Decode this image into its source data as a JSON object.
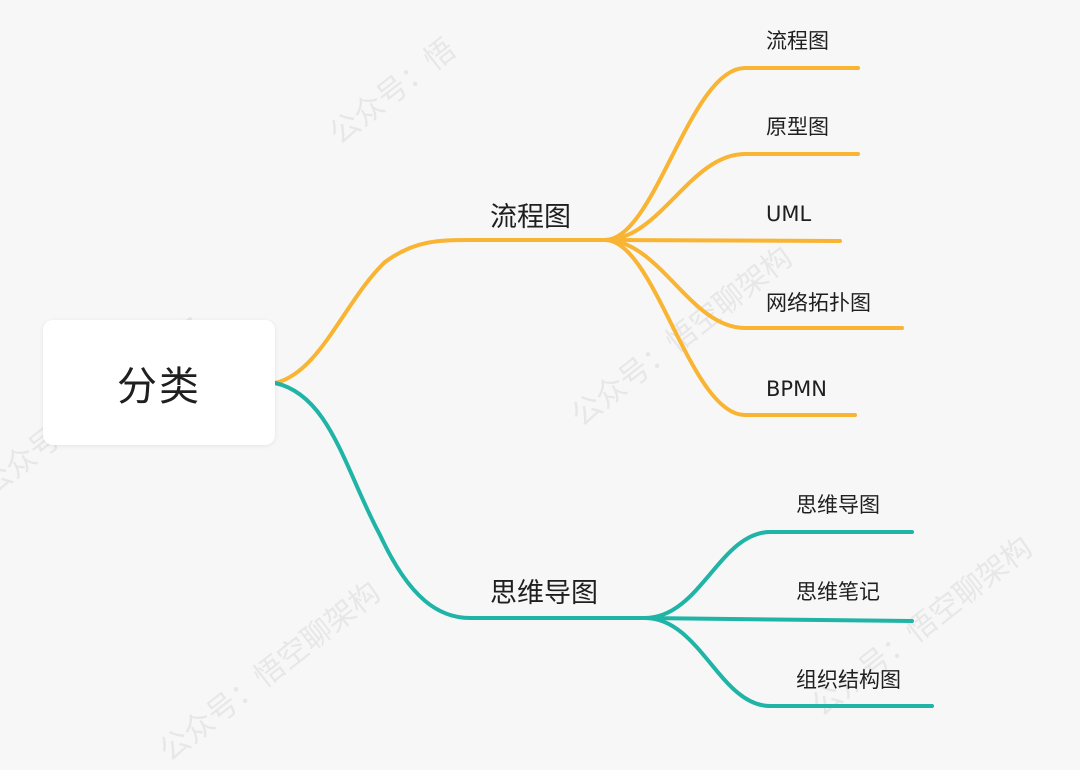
{
  "diagram": {
    "root": {
      "label": "分类"
    },
    "branches": [
      {
        "label": "流程图",
        "color": "#f8b432",
        "children": [
          "流程图",
          "原型图",
          "UML",
          "网络拓扑图",
          "BPMN"
        ]
      },
      {
        "label": "思维导图",
        "color": "#1fb4a6",
        "children": [
          "思维导图",
          "思维笔记",
          "组织结构图"
        ]
      }
    ]
  },
  "watermark": {
    "text": "公众号：悟空聊架构",
    "text_partial": "公众号：悟"
  }
}
